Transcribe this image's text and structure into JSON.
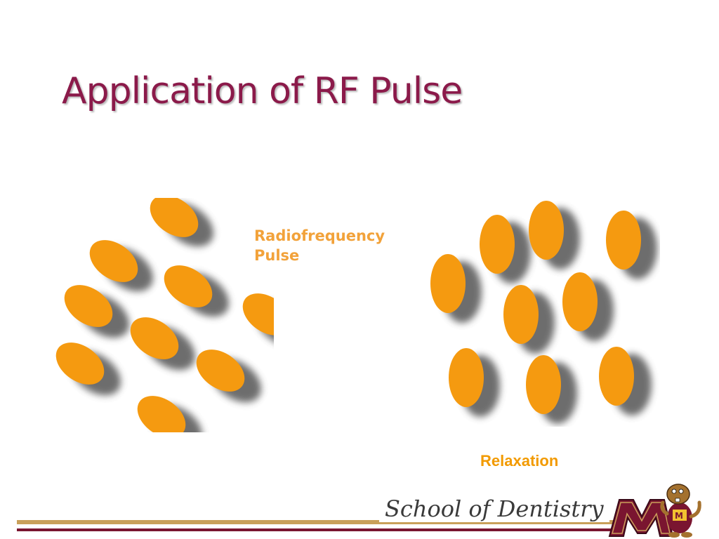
{
  "slide": {
    "title": "Application of RF Pulse",
    "rf_label_line1": "Radiofrequency",
    "rf_label_line2": "Pulse",
    "relaxation_label": "Relaxation",
    "footer_text": "School of Dentistry"
  },
  "colors": {
    "title": "#8b1a4a",
    "nucleus_orange": "#f59a10",
    "label_orange": "#f2a23a",
    "footer_gold": "#c9a05a",
    "footer_maroon": "#7a1530"
  },
  "icons": {
    "left_panel": "tilted-orange-ellipses",
    "right_panel": "upright-orange-ellipses",
    "logo": "gopher-mascot-block-m-logo"
  }
}
